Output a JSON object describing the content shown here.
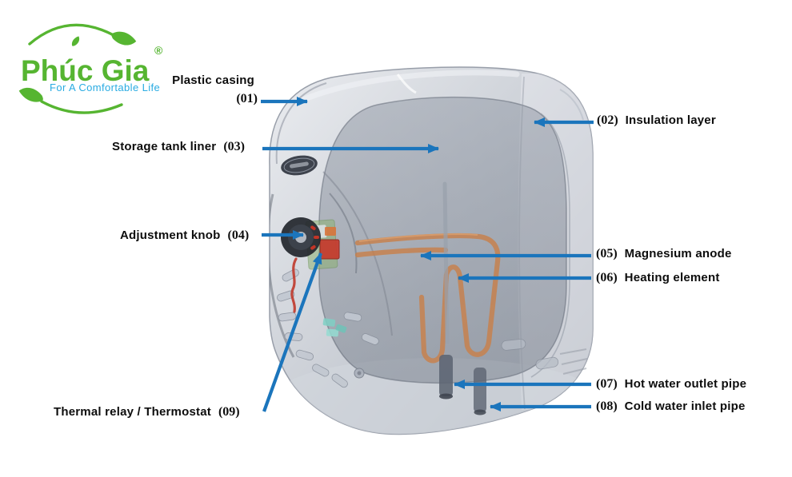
{
  "logo": {
    "brand": "Phúc Gia",
    "registered_mark": "®",
    "tagline": "For A Comfortable Life",
    "brand_color": "#56b531",
    "tagline_color": "#29abe2"
  },
  "diagram": {
    "arrow_color": "#1b75bc",
    "labels": [
      {
        "number": "(01)",
        "name": "Plastic casing"
      },
      {
        "number": "(02)",
        "name": "Insulation layer"
      },
      {
        "number": "(03)",
        "name": "Storage tank liner"
      },
      {
        "number": "(04)",
        "name": "Adjustment knob"
      },
      {
        "number": "(05)",
        "name": "Magnesium anode"
      },
      {
        "number": "(06)",
        "name": "Heating element"
      },
      {
        "number": "(07)",
        "name": "Hot water outlet pipe"
      },
      {
        "number": "(08)",
        "name": "Cold water inlet pipe"
      },
      {
        "number": "(09)",
        "name": "Thermal relay / Thermostat"
      }
    ]
  }
}
